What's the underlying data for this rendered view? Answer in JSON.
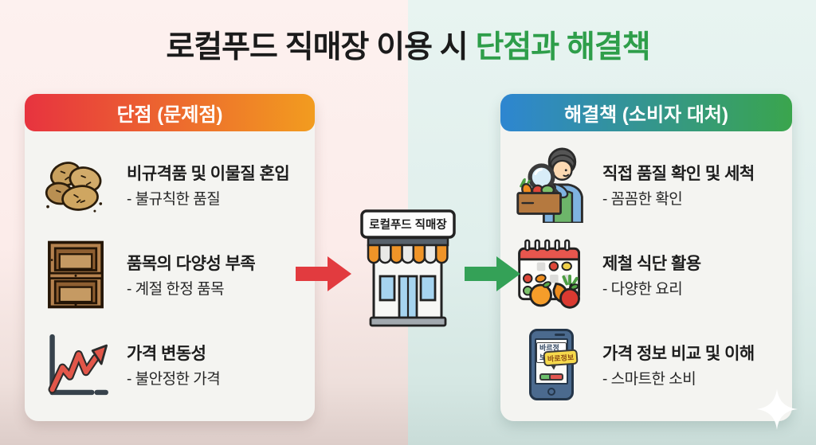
{
  "title": {
    "prefix": "로컬푸드 직매장 이용 시",
    "highlight": "단점과 해결책"
  },
  "panels": {
    "left": {
      "header": "단점 (문제점)",
      "items": [
        {
          "icon": "potatoes-icon",
          "title": "비규격품 및 이물질 혼입",
          "subtitle": "- 불규칙한 품질"
        },
        {
          "icon": "empty-shelf-icon",
          "title": "품목의 다양성 부족",
          "subtitle": "- 계절 한정 품목"
        },
        {
          "icon": "price-volatility-chart-icon",
          "title": "가격 변동성",
          "subtitle": "- 불안정한 가격"
        }
      ]
    },
    "right": {
      "header": "해결책 (소비자 대처)",
      "items": [
        {
          "icon": "quality-check-person-icon",
          "title": "직접 품질 확인 및 세척",
          "subtitle": "- 꼼꼼한 확인"
        },
        {
          "icon": "seasonal-calendar-icon",
          "title": "제철 식단 활용",
          "subtitle": "- 다양한 요리"
        },
        {
          "icon": "price-info-phone-icon",
          "title": "가격 정보 비교 및 이해",
          "subtitle": "- 스마트한 소비"
        }
      ]
    }
  },
  "center": {
    "store_sign": "로컬푸드 직매장"
  },
  "phone": {
    "screen_label": "바르정보",
    "bubble_label": "바로정보"
  },
  "colors": {
    "background_left": "#fcecea",
    "background_right": "#e0efec",
    "title_text": "#1b1b1b",
    "title_highlight": "#2e9e4a",
    "problem_header_gradient_start": "#e7333f",
    "problem_header_gradient_end": "#f29c1f",
    "solution_header_gradient_start": "#2e86d1",
    "solution_header_gradient_end": "#3aa54d",
    "problem_arrow": "#e23b3f",
    "solution_arrow": "#34a157",
    "panel_background": "#f4f4f1"
  }
}
